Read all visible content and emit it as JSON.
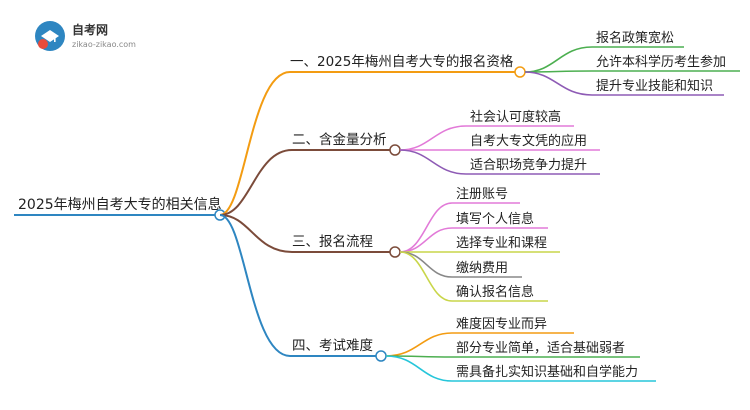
{
  "logo": {
    "title": "自考网",
    "url": "zikao-zikao.com"
  },
  "root": {
    "label": "2025年梅州自考大专的相关信息"
  },
  "branches": [
    {
      "label": "一、2025年梅州自考大专的报名资格",
      "color": "#f39c12",
      "children": [
        {
          "label": "报名政策宽松",
          "color": "#4caf50"
        },
        {
          "label": "允许本科学历考生参加",
          "color": "#4caf50"
        },
        {
          "label": "提升专业技能和知识",
          "color": "#8e5bb5"
        }
      ]
    },
    {
      "label": "二、含金量分析",
      "color": "#7b4b3a",
      "children": [
        {
          "label": "社会认可度较高",
          "color": "#e27ad8"
        },
        {
          "label": "自考大专文凭的应用",
          "color": "#e27ad8"
        },
        {
          "label": "适合职场竞争力提升",
          "color": "#8e5bb5"
        }
      ]
    },
    {
      "label": "三、报名流程",
      "color": "#7b4b3a",
      "children": [
        {
          "label": "注册账号",
          "color": "#e27ad8"
        },
        {
          "label": "填写个人信息",
          "color": "#e27ad8"
        },
        {
          "label": "选择专业和课程",
          "color": "#c9d64a"
        },
        {
          "label": "缴纳费用",
          "color": "#888888"
        },
        {
          "label": "确认报名信息",
          "color": "#c9d64a"
        }
      ]
    },
    {
      "label": "四、考试难度",
      "color": "#2e86c1",
      "children": [
        {
          "label": "难度因专业而异",
          "color": "#f39c12"
        },
        {
          "label": "部分专业简单，适合基础弱者",
          "color": "#4caf50"
        },
        {
          "label": "需具备扎实知识基础和自学能力",
          "color": "#26c6da"
        }
      ]
    }
  ]
}
